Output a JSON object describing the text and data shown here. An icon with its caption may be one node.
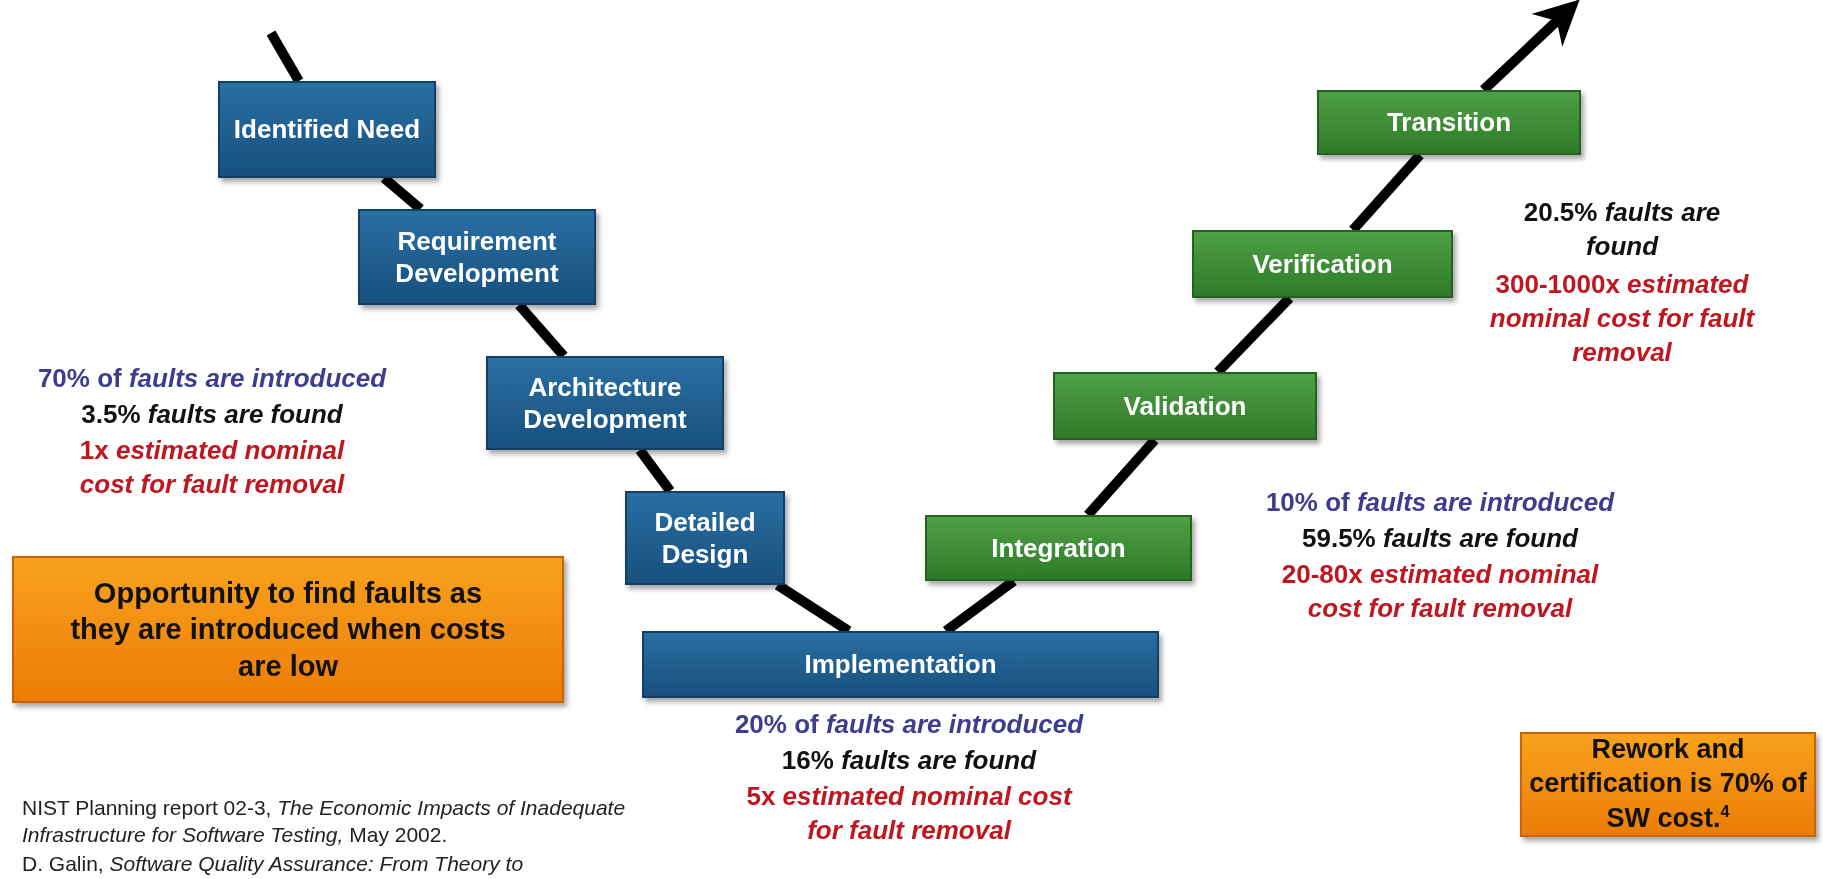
{
  "diagram": {
    "nodes": [
      {
        "text": [
          "Identified Need"
        ]
      },
      {
        "text": [
          "Requirement Development"
        ]
      },
      {
        "text": [
          "Architecture Development"
        ]
      },
      {
        "text": [
          "Detailed Design"
        ]
      },
      {
        "text": [
          "Implementation"
        ]
      },
      {
        "text": [
          "Integration"
        ]
      },
      {
        "text": [
          "Validation"
        ]
      },
      {
        "text": [
          "Verification"
        ]
      },
      {
        "text": [
          "Transition"
        ]
      },
      {
        "text": [
          "Opportunity to find faults as they are introduced when costs are low"
        ]
      },
      {
        "text": [
          "Rework and certification is 70% of SW cost.$^{4}$"
        ]
      }
    ],
    "edges": [
      {
        "from": null,
        "to": 0,
        "arrow": "none"
      },
      {
        "from": 0,
        "to": 1,
        "arrow": "none"
      },
      {
        "from": 1,
        "to": 2,
        "arrow": "none"
      },
      {
        "from": 2,
        "to": 3,
        "arrow": "none"
      },
      {
        "from": 3,
        "to": 4,
        "arrow": "none"
      },
      {
        "from": 4,
        "to": 5,
        "arrow": "none"
      },
      {
        "from": 5,
        "to": 6,
        "arrow": "none"
      },
      {
        "from": 6,
        "to": 7,
        "arrow": "none"
      },
      {
        "from": 7,
        "to": 8,
        "arrow": "none"
      },
      {
        "from": 8,
        "to": null,
        "arrow": "to"
      }
    ],
    "labels": [
      "20.5% *faults are found*",
      "300-1000x *estimated nominal cost for fault removal*",
      "70% of *faults are introduced*",
      "3.5% *faults are found*",
      "1x *estimated nominal cost for fault removal*",
      "10% of *faults are introduced*",
      "59.5% *faults are found*",
      "20-80x *estimated nominal cost for fault removal*",
      "20% of *faults are introduced*",
      "16% *faults are found*",
      "5x *estimated nominal cost for fault removal*",
      "NIST Planning report 02-3, *The Economic Impacts of Inadequate Infrastructure for Software Testing,* May 2002.",
      "D. Galin, *Software Quality Assurance: From Theory to*"
    ]
  }
}
